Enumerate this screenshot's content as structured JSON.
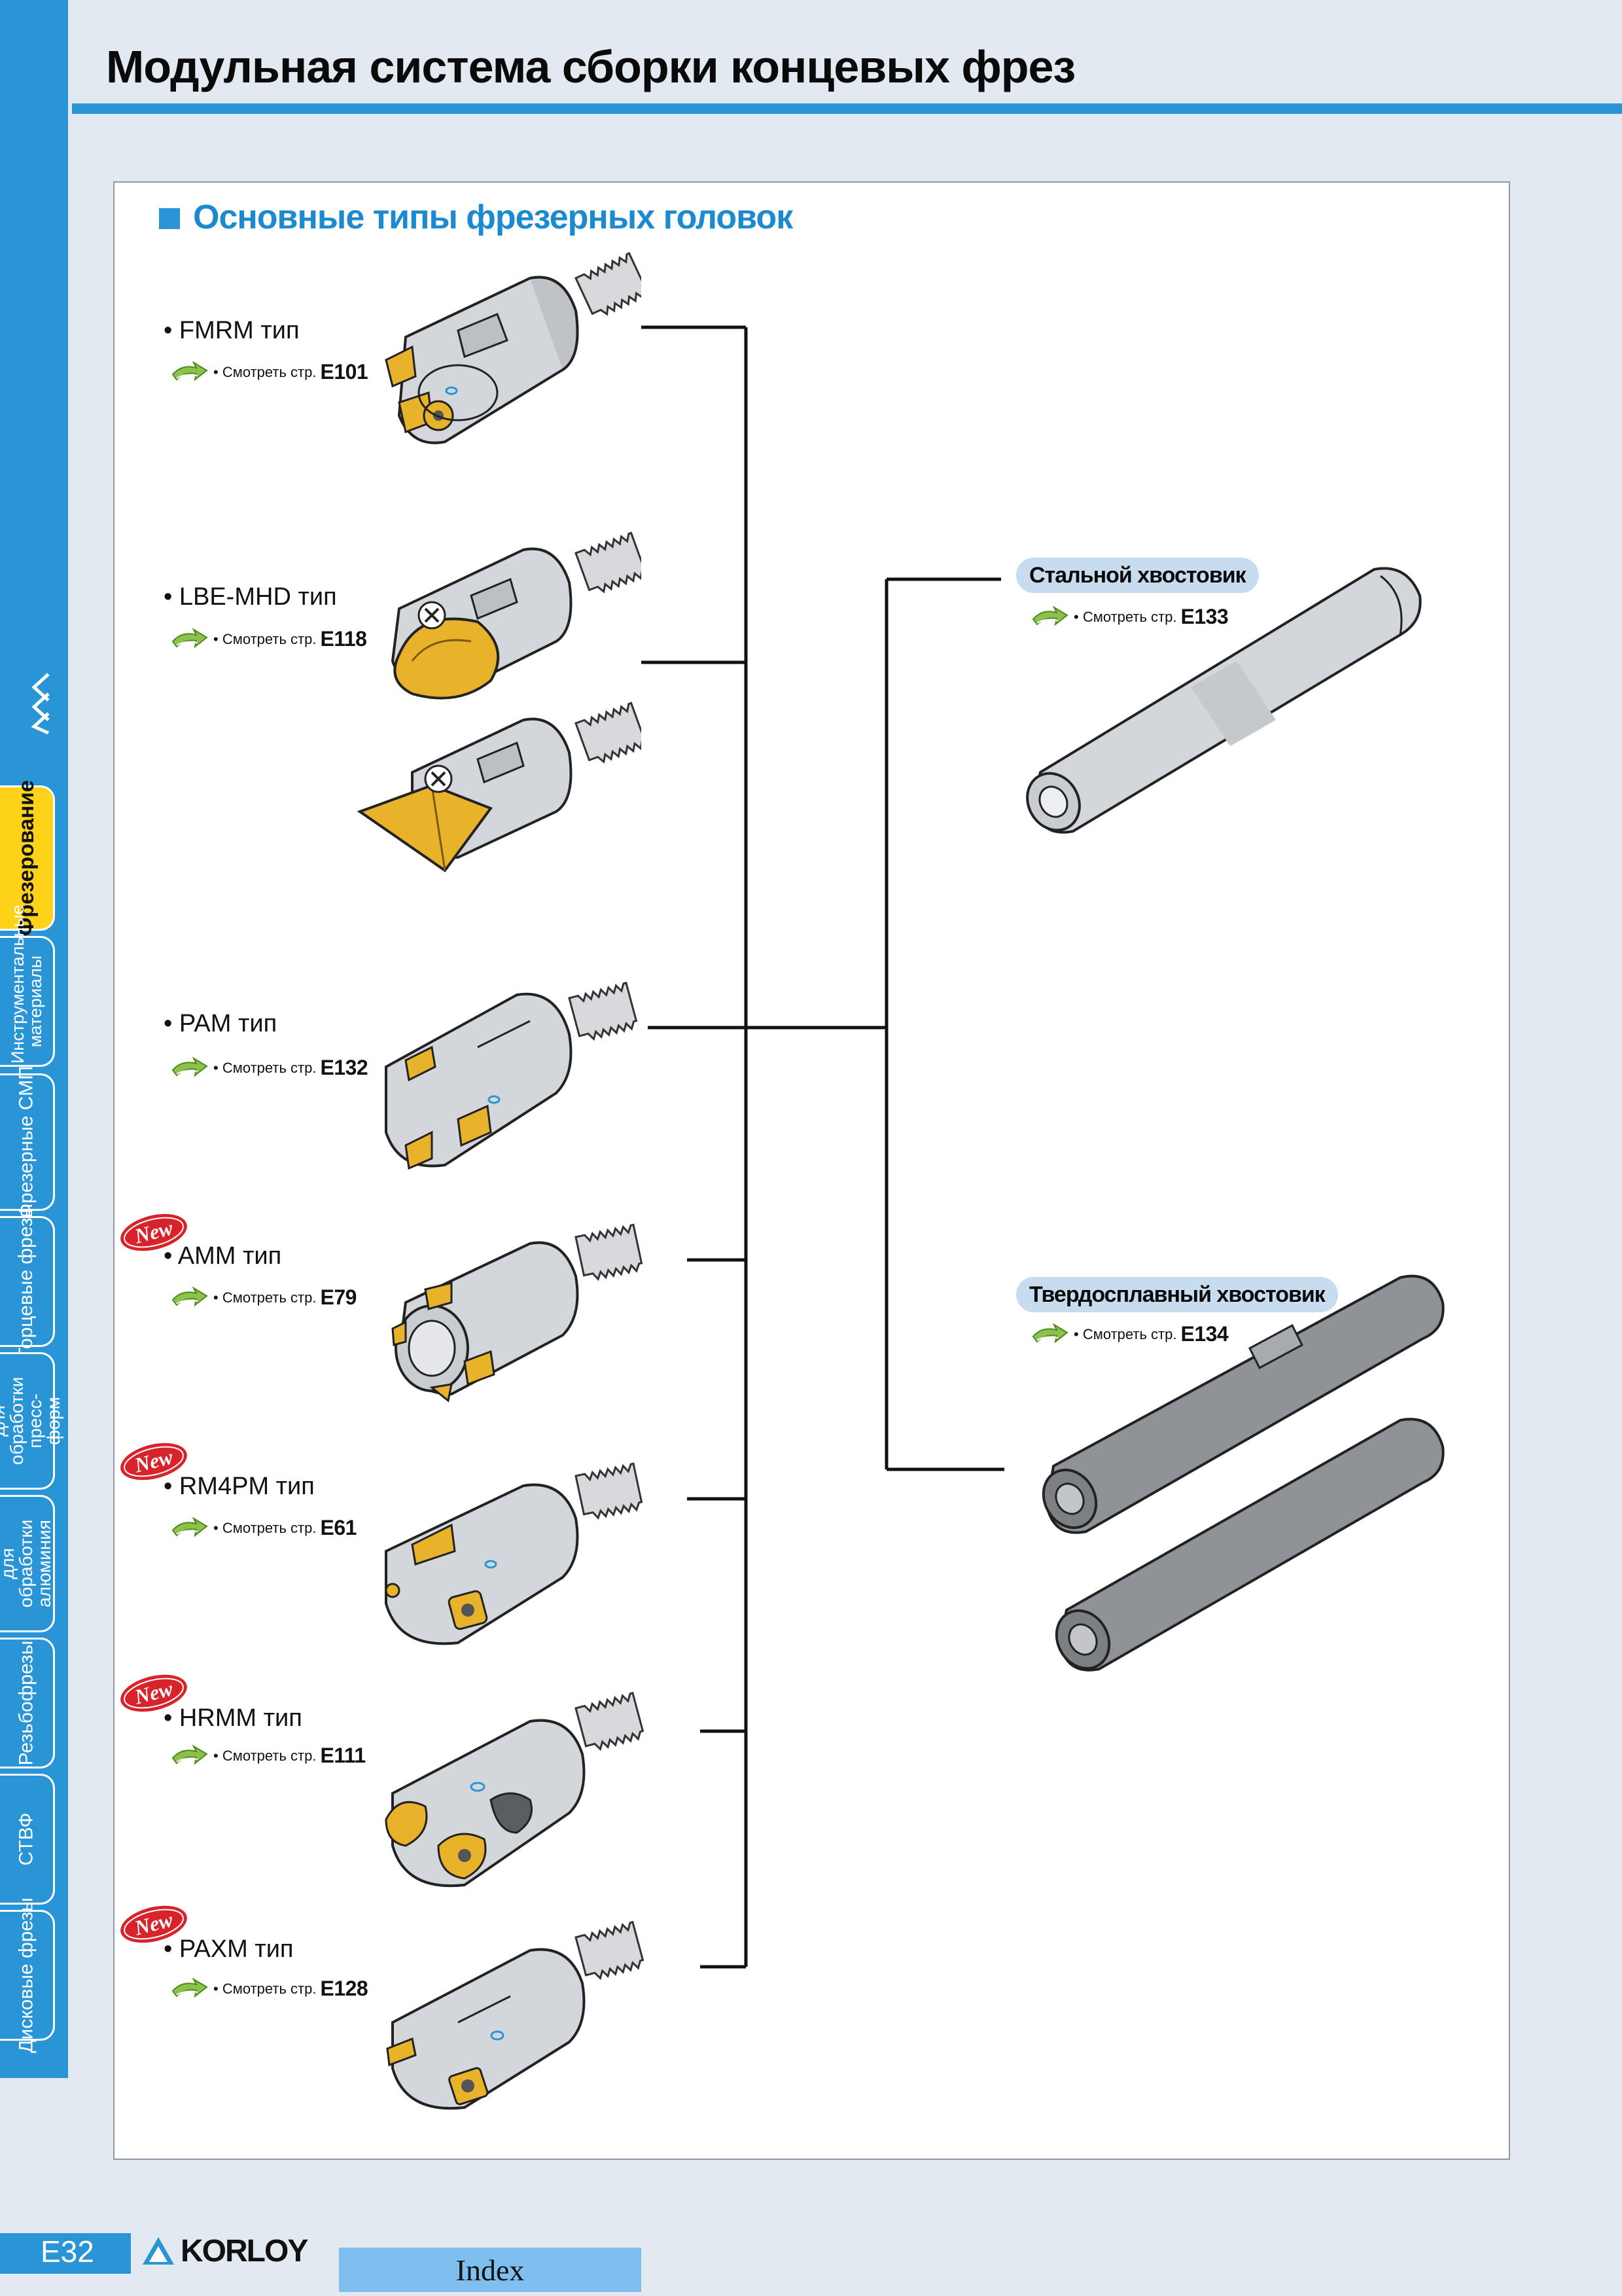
{
  "header": {
    "title": "Модульная система сборки концевых фрез"
  },
  "sidebar": {
    "tabs": [
      {
        "label": "Фрезерование",
        "active": true
      },
      {
        "label": "Инструментальные материалы",
        "active": false
      },
      {
        "label": "Фрезерные СМП",
        "active": false
      },
      {
        "label": "Торцевые фрезы",
        "active": false
      },
      {
        "label": "для обработки пресс-форм",
        "active": false
      },
      {
        "label": "для обработки алюминия",
        "active": false
      },
      {
        "label": "Резьбофрезы",
        "active": false
      },
      {
        "label": "СТВФ",
        "active": false
      },
      {
        "label": "Дисковые фрезы",
        "active": false
      }
    ]
  },
  "section": {
    "title": "Основные типы фрезерных головок"
  },
  "ref_prefix": "• Смотреть стр.",
  "new_badge": "New",
  "heads": [
    {
      "name": "• FMRM тип",
      "page": "E101",
      "new": false
    },
    {
      "name": "• LBE-MHD тип",
      "page": "E118",
      "new": false
    },
    {
      "name": "• PAM тип",
      "page": "E132",
      "new": false
    },
    {
      "name": "• AMM тип",
      "page": "E79",
      "new": true
    },
    {
      "name": "• RM4PM тип",
      "page": "E61",
      "new": true
    },
    {
      "name": "• HRMM тип",
      "page": "E111",
      "new": true
    },
    {
      "name": "• PAXM тип",
      "page": "E128",
      "new": true
    }
  ],
  "shanks": [
    {
      "name": "Стальной хвостовик",
      "page": "E133"
    },
    {
      "name": "Твердосплавный хвостовик",
      "page": "E134"
    }
  ],
  "footer": {
    "page_number": "E32",
    "brand": "KORLOY",
    "index_label": "Index"
  },
  "colors": {
    "accent": "#2a95d6",
    "insert_gold": "#e8b22a",
    "tool_gray": "#c9ccd1",
    "carbide_gray": "#8f9296"
  }
}
